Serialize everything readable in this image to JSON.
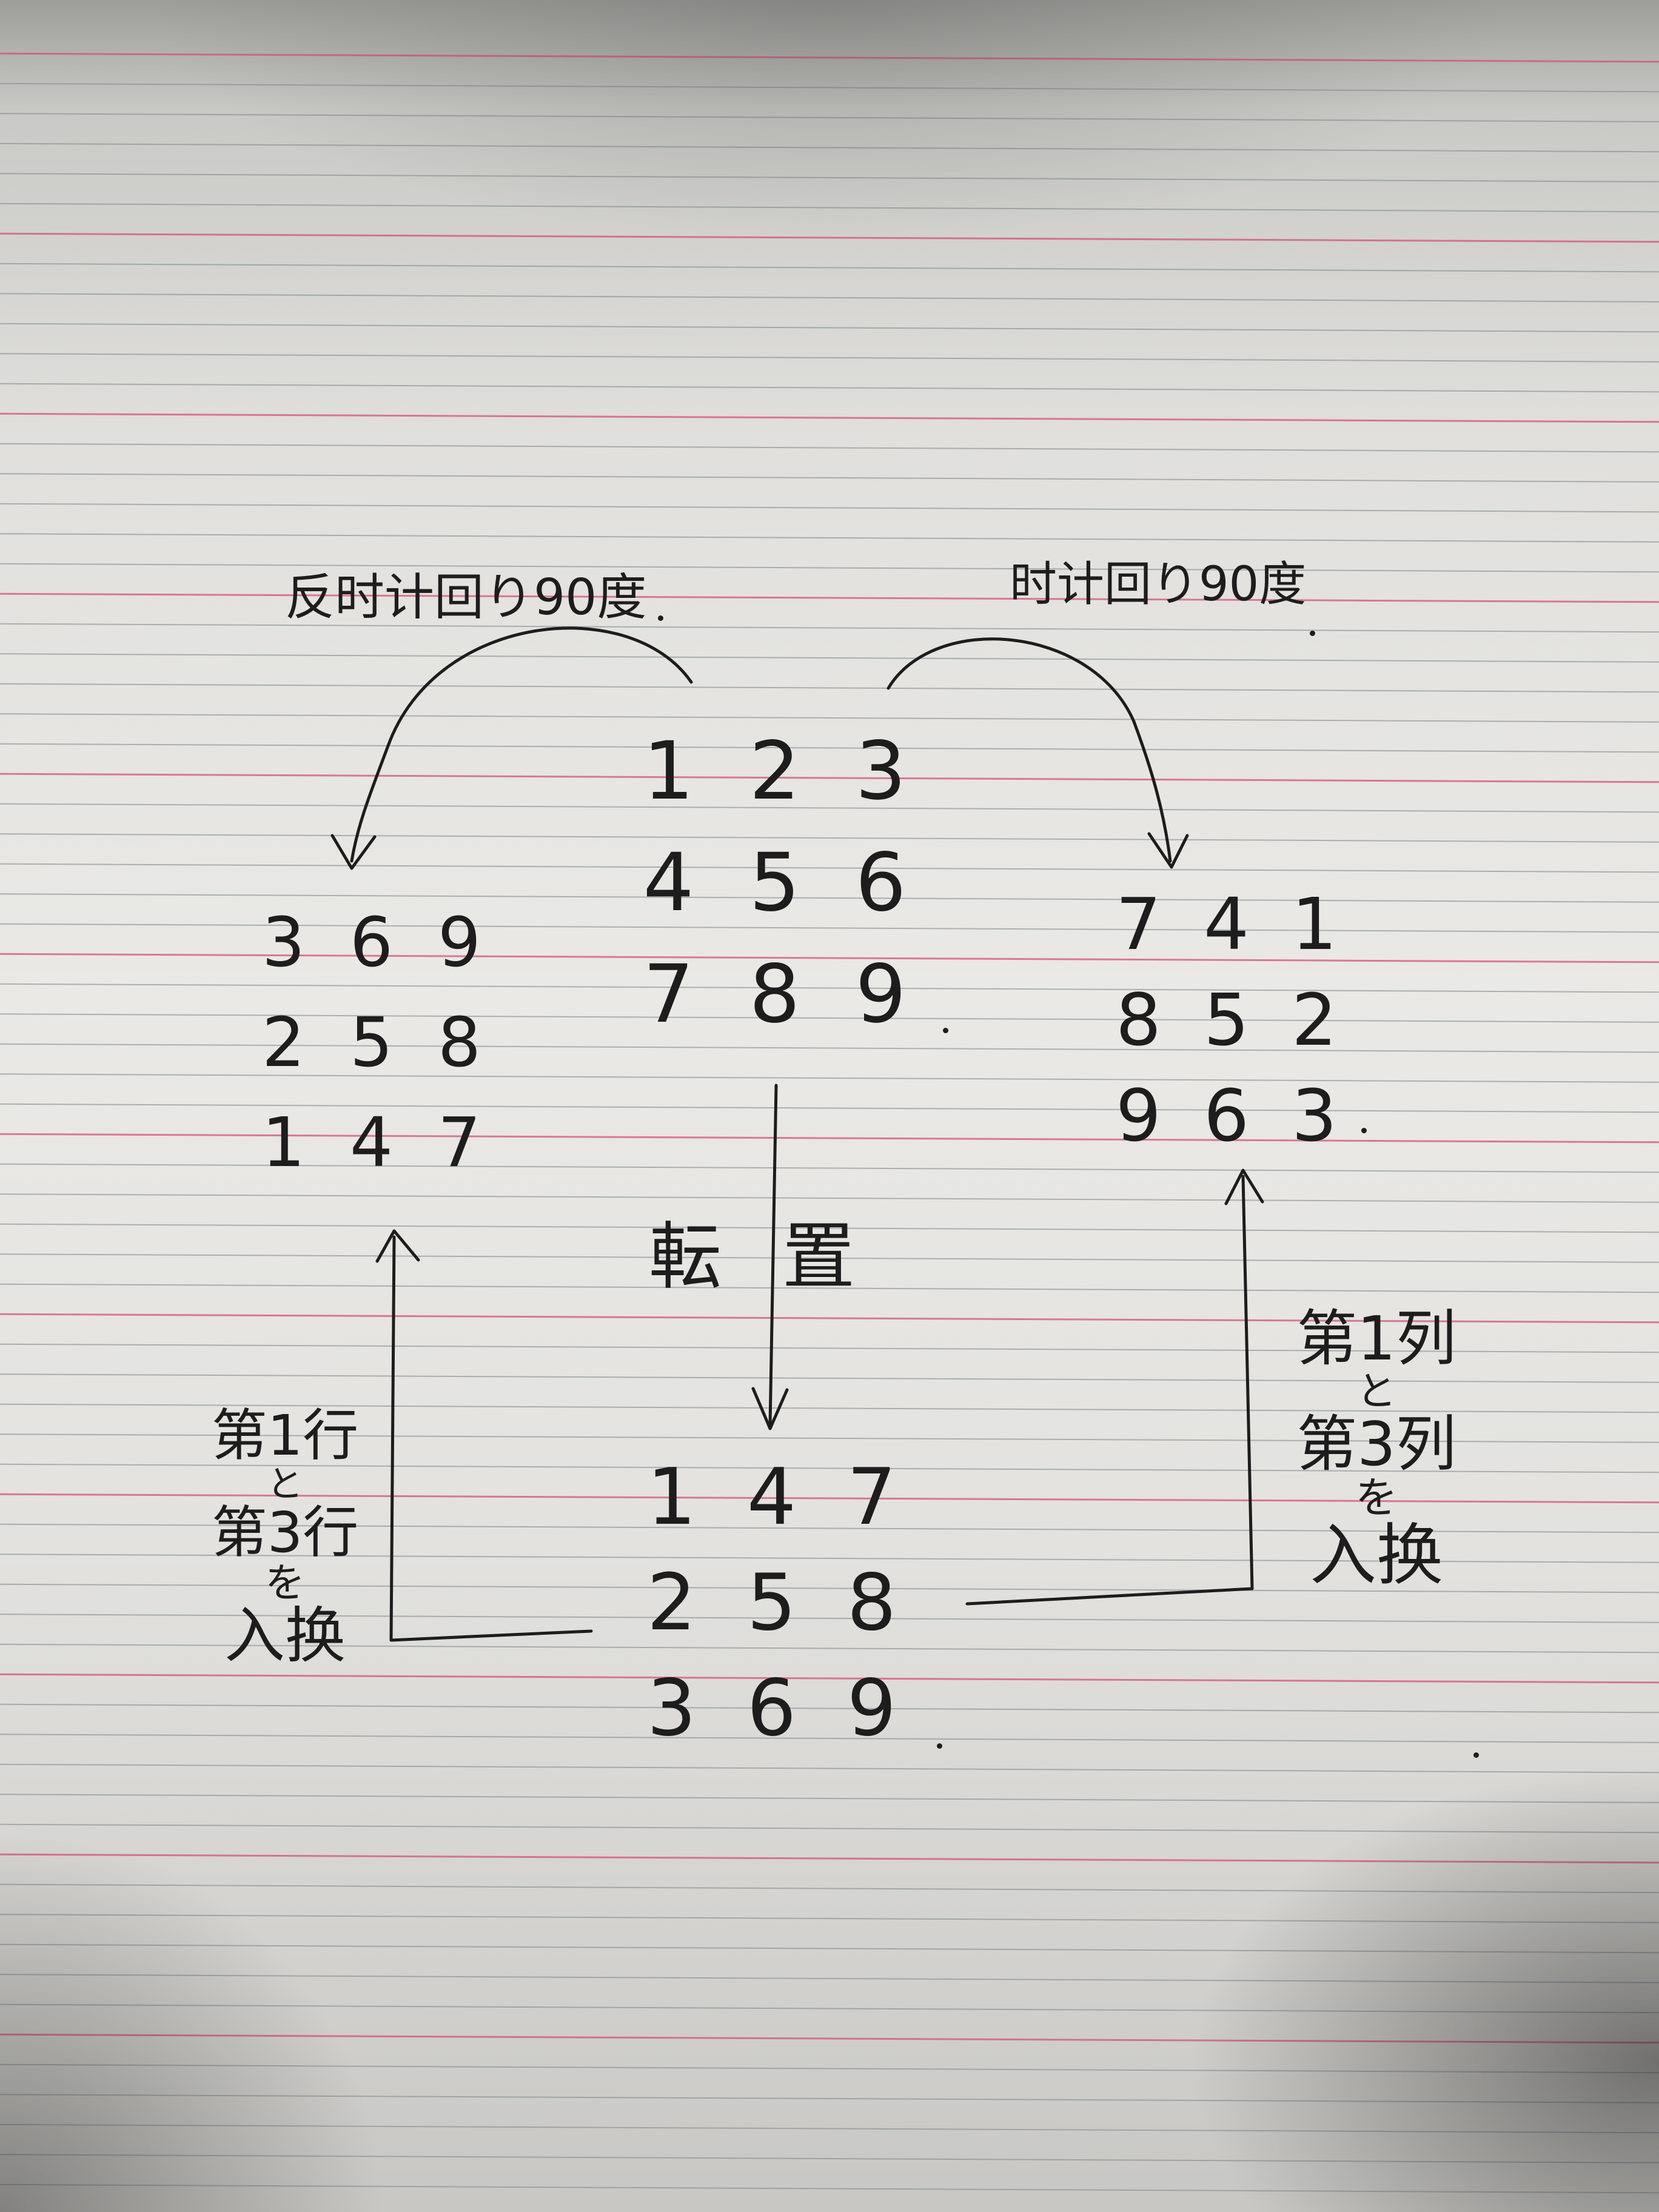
{
  "labels": {
    "counterclockwise": "反时计回り90度",
    "clockwise": "时计回り90度",
    "transpose": [
      "転",
      "置"
    ],
    "swap_rows": [
      "第1行",
      "と",
      "第3行",
      "を",
      "入换"
    ],
    "swap_cols": [
      "第1列",
      "と",
      "第3列",
      "を",
      "入换"
    ]
  },
  "matrices": {
    "original": [
      [
        "1",
        "2",
        "3"
      ],
      [
        "4",
        "5",
        "6"
      ],
      [
        "7",
        "8",
        "9"
      ]
    ],
    "counterclockwise": [
      [
        "3",
        "6",
        "9"
      ],
      [
        "2",
        "5",
        "8"
      ],
      [
        "1",
        "4",
        "7"
      ]
    ],
    "clockwise": [
      [
        "7",
        "4",
        "1"
      ],
      [
        "8",
        "5",
        "2"
      ],
      [
        "9",
        "6",
        "3"
      ]
    ],
    "transposed": [
      [
        "1",
        "4",
        "7"
      ],
      [
        "2",
        "5",
        "8"
      ],
      [
        "3",
        "6",
        "9"
      ]
    ]
  },
  "colors": {
    "ink": "#1d1d1d",
    "ruled_line": "#7f8b95",
    "margin_line": "#d3547a"
  },
  "icons": [
    "curved-arrow-icon",
    "arrow-down-icon",
    "elbow-arrow-icon"
  ]
}
